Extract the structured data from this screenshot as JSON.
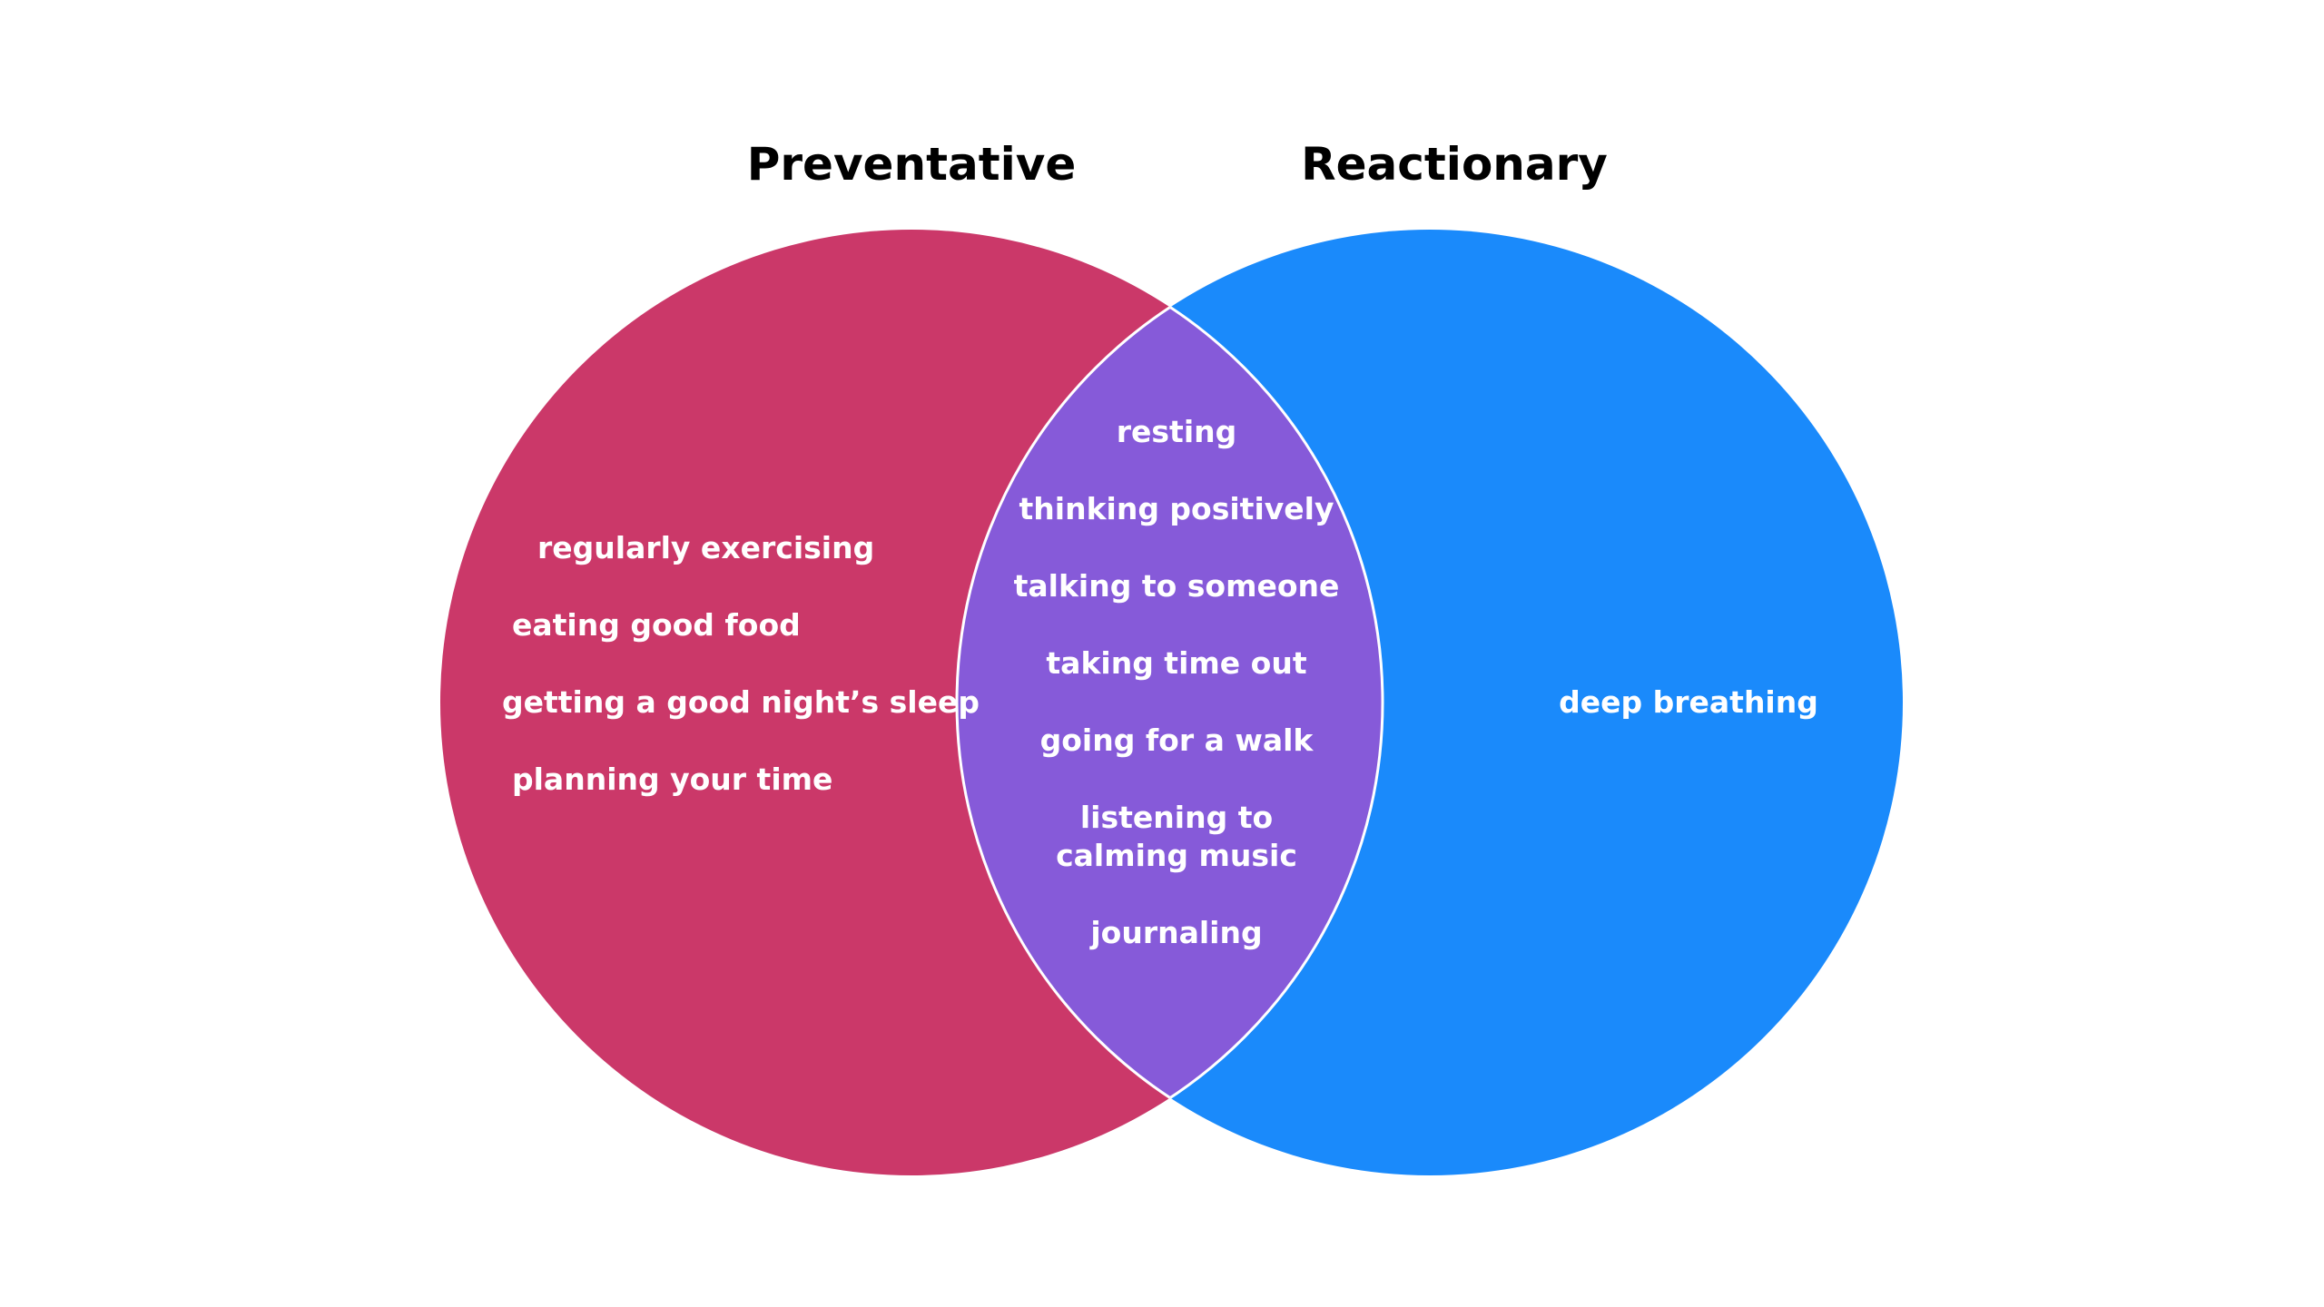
{
  "sets": {
    "left": {
      "title": "Preventative",
      "color": "#cb3869"
    },
    "right": {
      "title": "Reactionary",
      "color": "#1a8afb"
    },
    "overlap_color": "#865ad9",
    "outline_color": "#ffffff"
  },
  "left_only": [
    "regularly exercising",
    "eating good food",
    "getting a good night’s sleep",
    "planning your time"
  ],
  "both": [
    "resting",
    "thinking positively",
    "talking to someone",
    "taking time out",
    "going for a walk",
    "listening to",
    "calming music",
    "journaling"
  ],
  "right_only": [
    "deep breathing"
  ]
}
